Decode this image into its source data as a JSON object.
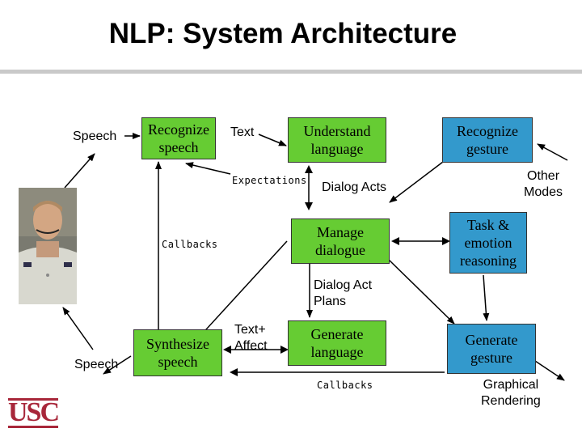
{
  "title": "NLP: System Architecture",
  "boxes": {
    "recognize_speech": "Recognize\nspeech",
    "understand_language": "Understand\nlanguage",
    "recognize_gesture": "Recognize\ngesture",
    "manage_dialogue": "Manage\ndialogue",
    "task_emotion": "Task &\nemotion\nreasoning",
    "synthesize_speech": "Synthesize\nspeech",
    "generate_language": "Generate\nlanguage",
    "generate_gesture": "Generate\ngesture"
  },
  "labels": {
    "speech_in": "Speech",
    "text": "Text",
    "expectations": "Expectations",
    "dialog_acts": "Dialog Acts",
    "other_modes": "Other\nModes",
    "callbacks_left": "Callbacks",
    "dialog_act_plans": "Dialog Act\nPlans",
    "speech_out": "Speech",
    "text_affect": "Text+\nAffect",
    "callbacks_bottom": "Callbacks",
    "graphical_rendering": "Graphical\nRendering"
  },
  "logo": "USC",
  "colors": {
    "green": "#66cc33",
    "blue": "#3399cc",
    "logo": "#a8273a"
  }
}
